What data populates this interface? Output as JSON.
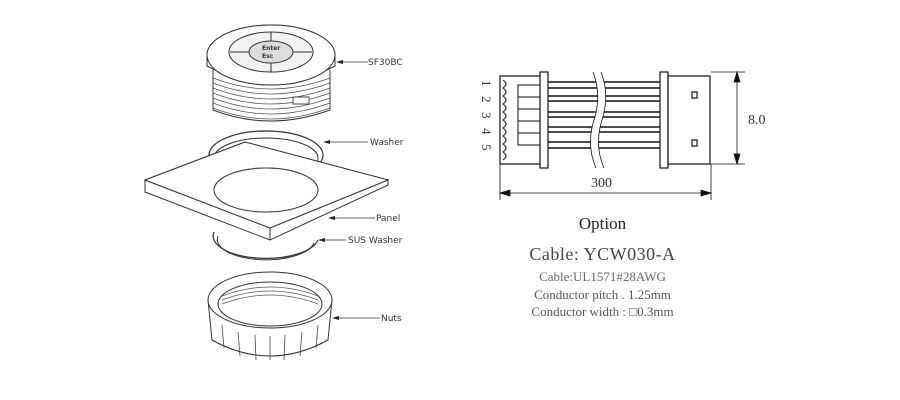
{
  "assembly": {
    "labels": {
      "button": "SF30BC",
      "washer": "Washer",
      "panel": "Panel",
      "sus_washer": "SUS Washer",
      "nuts": "Nuts"
    }
  },
  "cable_drawing": {
    "pin_numbers": [
      "1",
      "2",
      "3",
      "4",
      "5"
    ],
    "length_dimension": "300",
    "height_dimension": "8.0"
  },
  "specs": {
    "title": "Option",
    "cable_name": "Cable: YCW030-A",
    "cable_type": "Cable:UL1571#28AWG",
    "conductor_pitch": "Conductor pitch  . 1.25mm",
    "conductor_width": "Conductor width : □0.3mm"
  }
}
